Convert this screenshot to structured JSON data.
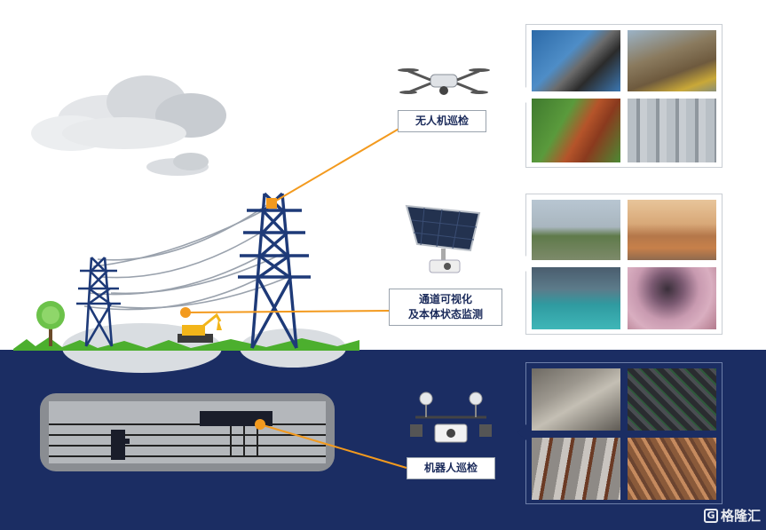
{
  "labels": {
    "drone": "无人机巡检",
    "channel_line1": "通道可视化",
    "channel_line2": "及本体状态监测",
    "robot": "机器人巡检"
  },
  "watermark": {
    "text": "格隆汇"
  },
  "icons": {
    "drone": "drone-icon",
    "camera": "solar-camera-icon",
    "robot": "inspection-robot-icon"
  },
  "colors": {
    "navy": "#1b2d63",
    "tower": "#1e3a78",
    "connector": "#f39a1e",
    "grass": "#4caf2e",
    "cable_tunnel": "#8a8d92"
  }
}
